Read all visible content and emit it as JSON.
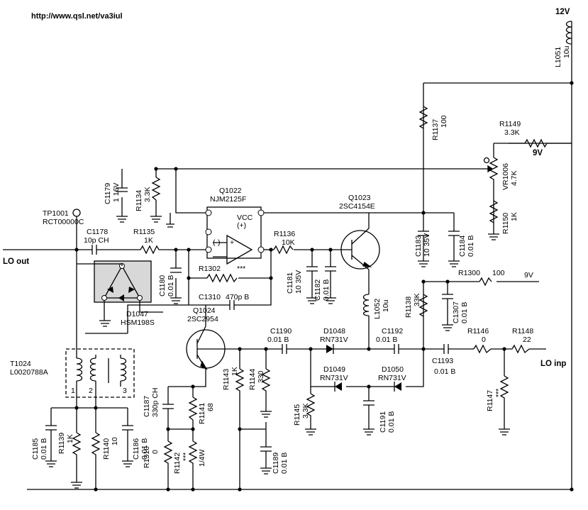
{
  "header": {
    "url": "http://www.qsl.net/va3iul"
  },
  "supply": {
    "v12": "12V",
    "v9_pot": "9V",
    "v9_bias": "9V"
  },
  "ports": {
    "lo_out": "LO out",
    "lo_inp": "LO inp",
    "tp_name": "TP1001",
    "tp_part": "RCT00000C"
  },
  "ics": {
    "q1022": {
      "ref": "Q1022",
      "part": "NJM2125F",
      "vcc": "VCC",
      "vplus": "(+)",
      "inplus": "+",
      "inminus": "(-)"
    },
    "q1023": {
      "ref": "Q1023",
      "part": "2SC4154E"
    },
    "q1024": {
      "ref": "Q1024",
      "part": "2SC2954"
    },
    "d1047": {
      "ref": "D1047",
      "part": "HSM198S"
    },
    "t1024": {
      "ref": "T1024",
      "part": "L0020788A",
      "p1": "1",
      "p2": "2",
      "p3": "3"
    }
  },
  "parts": {
    "l1051": [
      "L1051",
      "10u"
    ],
    "r1137": [
      "R1137",
      "100"
    ],
    "r1149": [
      "R1149",
      "3.3K"
    ],
    "vr1006": [
      "VR1006",
      "4.7K"
    ],
    "r1150": [
      "R1150",
      "1K"
    ],
    "c1179": [
      "C1179",
      "1 16V"
    ],
    "r1134": [
      "R1134",
      "3.3K"
    ],
    "c1178": [
      "C1178",
      "10p  CH"
    ],
    "r1135": [
      "R1135",
      "1K"
    ],
    "c1180": [
      "C1180",
      "0.01 B"
    ],
    "r1302": [
      "R1302",
      "***"
    ],
    "c1310": [
      "C1310",
      "470p B"
    ],
    "r1136": [
      "R1136",
      "10K"
    ],
    "c1181": [
      "C1181",
      "10 35V"
    ],
    "c1182": [
      "C1182",
      "0.01 B"
    ],
    "c1183": [
      "C1183",
      "10 35V"
    ],
    "c1184": [
      "C1184",
      "0.01 B"
    ],
    "l1052": [
      "L1052",
      "10u"
    ],
    "r1300": [
      "R1300",
      "100"
    ],
    "r1138": [
      "R1138",
      "33K"
    ],
    "c1307": [
      "C1307",
      "0.01 B"
    ],
    "c1190": [
      "C1190",
      "0.01 B"
    ],
    "d1048": [
      "D1048",
      "RN731V"
    ],
    "c1192": [
      "C1192",
      "0.01 B"
    ],
    "r1146": [
      "R1146",
      "0"
    ],
    "r1148": [
      "R1148",
      "22"
    ],
    "d1049": [
      "D1049",
      "RN731V"
    ],
    "d1050": [
      "D1050",
      "RN731V"
    ],
    "c1193": [
      "C1193",
      "0.01 B"
    ],
    "r1147": [
      "R1147",
      "***"
    ],
    "r1143": [
      "R1143",
      "1K"
    ],
    "r1144": [
      "R1144",
      "330"
    ],
    "r1145": [
      "R1145",
      "3.3K"
    ],
    "c1191": [
      "C1191",
      "0.01 B"
    ],
    "c1189": [
      "C1189",
      "0.01 B"
    ],
    "c1187": [
      "C1187",
      "330p CH"
    ],
    "r1141": [
      "R1141",
      "68"
    ],
    "r1310": [
      "R1310",
      "0"
    ],
    "r1142": [
      "R1142",
      "***"
    ],
    "r1142b": [
      "",
      "1/4W"
    ],
    "c1185": [
      "C1185",
      "0.01 B"
    ],
    "r1139": [
      "R1139",
      "1K"
    ],
    "r1140": [
      "R1140",
      "10"
    ],
    "c1186": [
      "C1186",
      "0.01 B"
    ]
  }
}
